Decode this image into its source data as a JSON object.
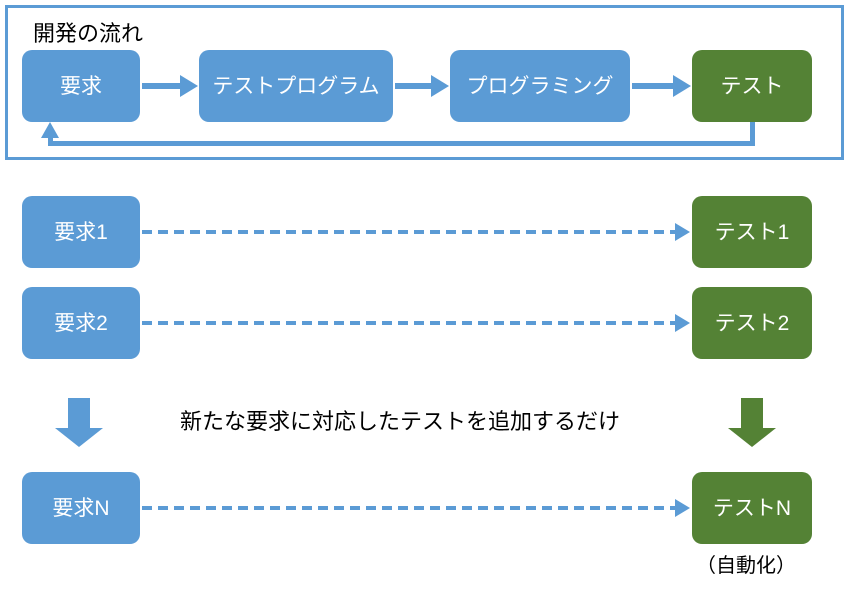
{
  "diagram": {
    "title": "開発の流れ",
    "colors": {
      "blue": "#5B9BD5",
      "green": "#548235",
      "text_on_fill": "#FFFFFF",
      "text_plain": "#000000",
      "background": "#FFFFFF"
    }
  },
  "flow_panel": {
    "title": "開発の流れ",
    "steps": [
      {
        "label": "要求",
        "color": "blue"
      },
      {
        "label": "テストプログラム",
        "color": "blue"
      },
      {
        "label": "プログラミング",
        "color": "blue"
      },
      {
        "label": "テスト",
        "color": "green"
      }
    ],
    "feedback_loop": {
      "from_step": "テスト",
      "to_step": "要求",
      "style": "solid"
    }
  },
  "mapping_rows": [
    {
      "requirement": "要求1",
      "test": "テスト1",
      "connector": "dashed-arrow"
    },
    {
      "requirement": "要求2",
      "test": "テスト2",
      "connector": "dashed-arrow"
    },
    {
      "requirement": "要求N",
      "test": "テストN",
      "connector": "dashed-arrow"
    }
  ],
  "middle_note": "新たな要求に対応したテストを追加するだけ",
  "automation_note": "（自動化）",
  "continuation_arrows": {
    "left": {
      "color": "blue",
      "direction": "down"
    },
    "right": {
      "color": "green",
      "direction": "down"
    }
  }
}
